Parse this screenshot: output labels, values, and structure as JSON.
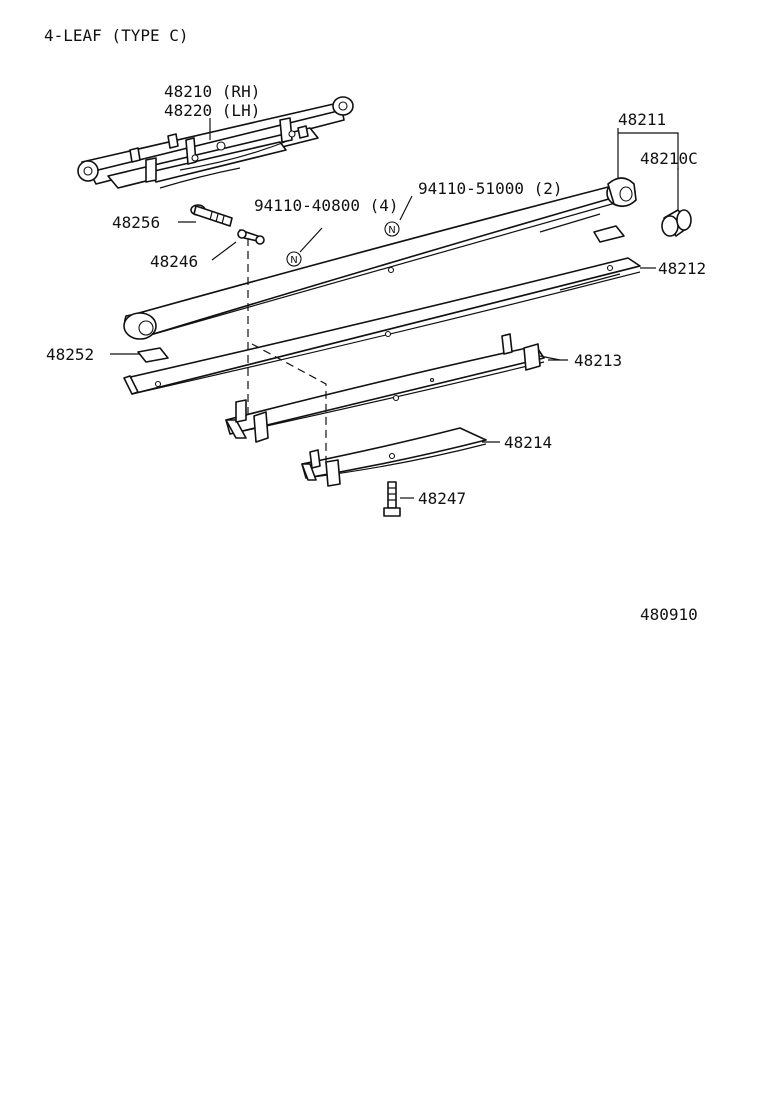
{
  "title": "4-LEAF (TYPE  C)",
  "drawing_number": "480910",
  "labels": {
    "p48210": "48210 (RH)",
    "p48220": "48220 (LH)",
    "p48211": "48211",
    "p48210C": "48210C",
    "p94110_40800": "94110-40800 (4)",
    "p94110_51000": "94110-51000 (2)",
    "p48256": "48256",
    "p48246": "48246",
    "p48212": "48212",
    "p48252": "48252",
    "p48213": "48213",
    "p48214": "48214",
    "p48247": "48247"
  },
  "nut_symbol": "N"
}
